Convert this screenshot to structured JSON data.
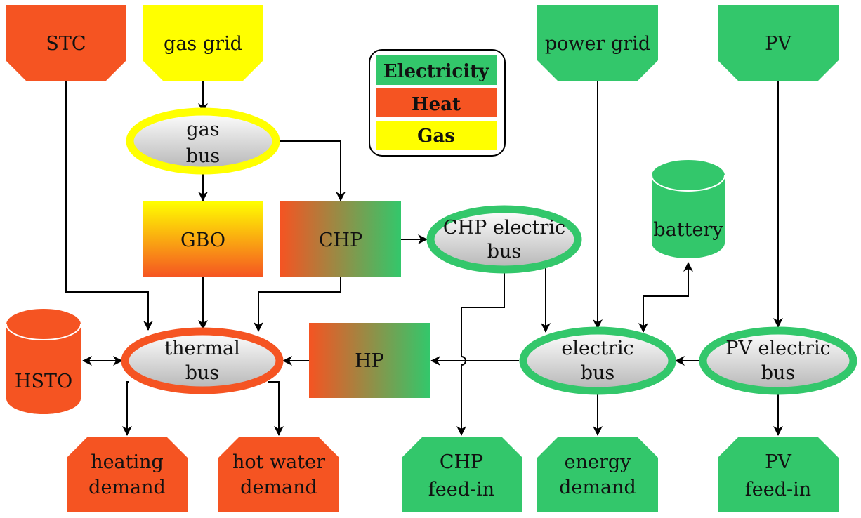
{
  "colors": {
    "electricity": "#33c76b",
    "heat": "#f55422",
    "gas": "#ffff00",
    "bus_fill_top": "#ffffff",
    "bus_fill_bottom": "#b8b8b8"
  },
  "legend": {
    "electricity": "Electricity",
    "heat": "Heat",
    "gas": "Gas"
  },
  "sources": {
    "stc": "STC",
    "gas_grid": "gas grid",
    "power_grid": "power grid",
    "pv": "PV"
  },
  "buses": {
    "gas_bus": [
      "gas",
      "bus"
    ],
    "thermal_bus": [
      "thermal",
      "bus"
    ],
    "chp_electric_bus": [
      "CHP electric",
      "bus"
    ],
    "electric_bus": [
      "electric",
      "bus"
    ],
    "pv_electric_bus": [
      "PV electric",
      "bus"
    ]
  },
  "transformers": {
    "gbo": "GBO",
    "chp": "CHP",
    "hp": "HP"
  },
  "storages": {
    "battery": "battery",
    "hsto": "HSTO"
  },
  "sinks": {
    "heating_demand": [
      "heating",
      "demand"
    ],
    "hot_water_demand": [
      "hot water",
      "demand"
    ],
    "chp_feed_in": [
      "CHP",
      "feed-in"
    ],
    "energy_demand": [
      "energy",
      "demand"
    ],
    "pv_feed_in": [
      "PV",
      "feed-in"
    ]
  }
}
